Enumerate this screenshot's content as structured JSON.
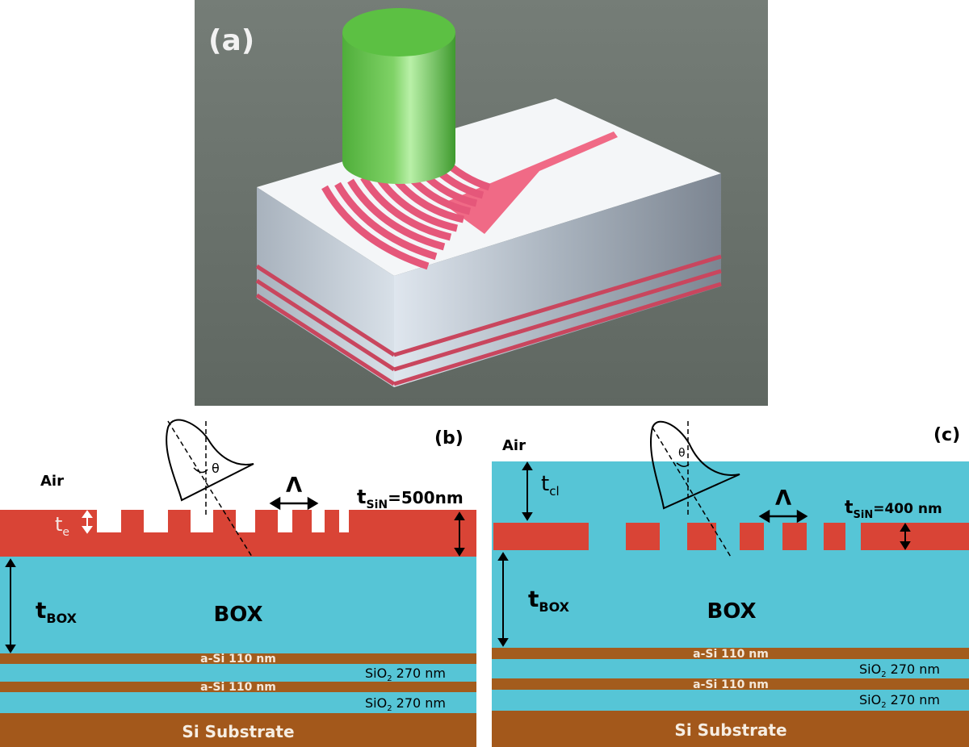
{
  "panel_a": {
    "label": "(a)"
  },
  "panel_b": {
    "label": "(b)",
    "air": "Air",
    "t_sin_main": "t",
    "t_sin_sub": "SiN",
    "t_sin_value": "=500nm",
    "t_e_main": "t",
    "t_e_sub": "e",
    "period": "Λ",
    "theta": "θ",
    "t_box_main": "t",
    "t_box_sub": "BOX",
    "box": "BOX",
    "layer_asi_1": "a-Si 110 nm",
    "layer_sio2_1_pre": "SiO",
    "layer_sio2_1_sub": "2",
    "layer_sio2_1_post": " 270 nm",
    "layer_asi_2": "a-Si 110 nm",
    "layer_sio2_2_pre": "SiO",
    "layer_sio2_2_sub": "2",
    "layer_sio2_2_post": " 270 nm",
    "substrate": "Si Substrate"
  },
  "panel_c": {
    "label": "(c)",
    "air": "Air",
    "t_cl_main": "t",
    "t_cl_sub": "cl",
    "t_sin_main": "t",
    "t_sin_sub": "SiN",
    "t_sin_value": "=400 nm",
    "period": "Λ",
    "theta": "θ",
    "t_box_main": "t",
    "t_box_sub": "BOX",
    "box": "BOX",
    "layer_asi_1": "a-Si 110 nm",
    "layer_sio2_1_pre": "SiO",
    "layer_sio2_1_sub": "2",
    "layer_sio2_1_post": " 270 nm",
    "layer_asi_2": "a-Si 110 nm",
    "layer_sio2_2_pre": "SiO",
    "layer_sio2_2_sub": "2",
    "layer_sio2_2_post": " 270 nm",
    "substrate": "Si Substrate"
  },
  "colors": {
    "sin": "#d94436",
    "box": "#56c5d6",
    "asi": "#a35c1d",
    "substrate": "#a3581b",
    "render_bg": "#6e7670",
    "fiber": "#5cc043",
    "grating": "#f06a86"
  }
}
